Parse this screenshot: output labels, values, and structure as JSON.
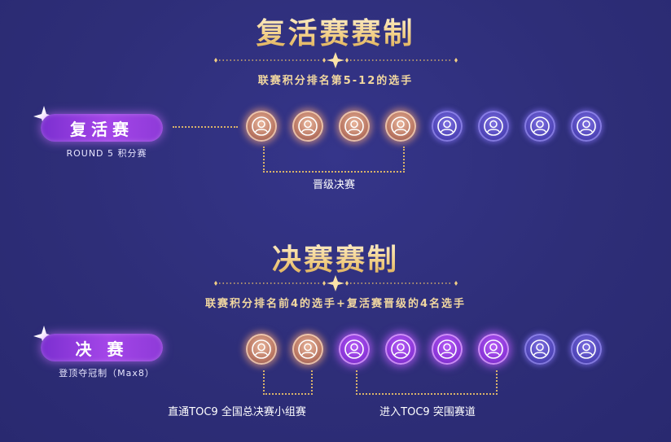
{
  "repechage": {
    "title": "复活赛赛制",
    "subtitle": "联赛积分排名第5-12的选手",
    "badge_label": "复活赛",
    "badge_sub": "ROUND 5 积分赛",
    "bracket_label": "晋级决赛",
    "player_styles": [
      "gold",
      "gold",
      "gold",
      "gold",
      "purple",
      "purple",
      "purple",
      "purple"
    ]
  },
  "finals": {
    "title": "决赛赛制",
    "subtitle": "联赛积分排名前4的选手+复活赛晋级的4名选手",
    "badge_label": "决 赛",
    "badge_sub": "登顶夺冠制（Max8）",
    "bracket_left_label": "直通TOC9 全国总决赛小组赛",
    "bracket_right_label": "进入TOC9 突围赛道",
    "player_styles": [
      "gold",
      "gold",
      "violet",
      "violet",
      "violet",
      "violet",
      "purple",
      "purple"
    ]
  },
  "icons": {
    "player": "user-avatar-icon",
    "sparkle": "sparkle-icon",
    "divider": "star-divider-icon"
  },
  "colors": {
    "background": "#2f2f7a",
    "gold": "#d9b36a",
    "badge": "#a446e8"
  }
}
